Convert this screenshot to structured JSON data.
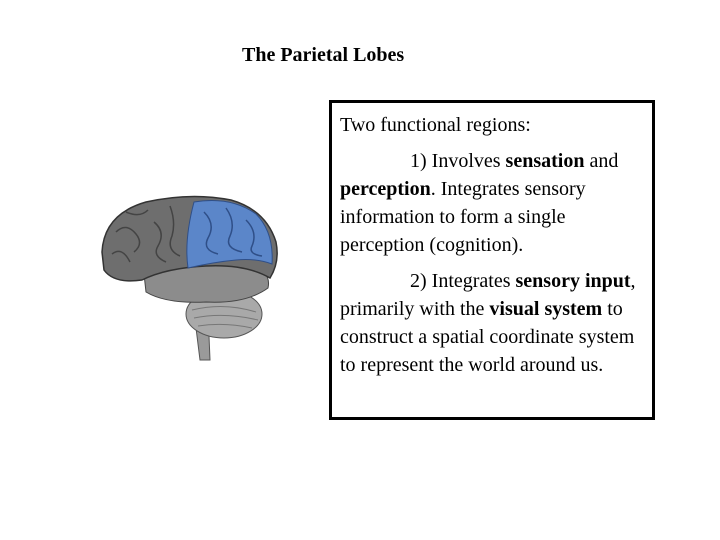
{
  "slide": {
    "title": "The Parietal Lobes"
  },
  "figure": {
    "highlight_color": "#5b86c9",
    "cortex_color": "#6e6e6e",
    "cerebellum_color": "#a9a9a9"
  },
  "text_box": {
    "intro": "Two functional regions:",
    "point1": {
      "p1": "1) Involves ",
      "b1": "sensation",
      "p2": " and ",
      "b2": "perception",
      "p3": ".  Integrates sensory information to form a single perception (cognition)."
    },
    "point2": {
      "p1": "2) Integrates ",
      "b1": "sensory input",
      "p2": ", primarily with the ",
      "b2": "visual system",
      "p3": " to construct a spatial coordinate system to represent the world around us."
    }
  }
}
